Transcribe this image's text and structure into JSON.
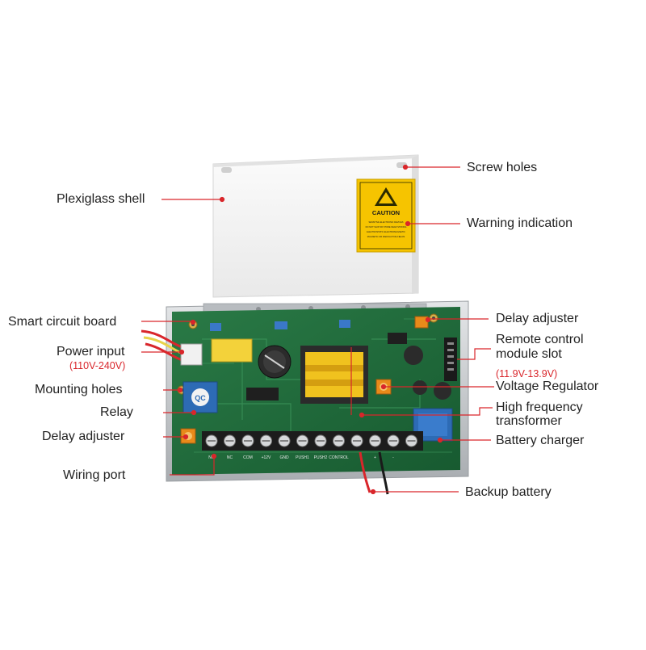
{
  "labels": {
    "screw_holes": "Screw holes",
    "plexiglass_shell": "Plexiglass shell",
    "warning_indication": "Warning indication",
    "smart_circuit_board": "Smart circuit board",
    "delay_adjuster_right": "Delay adjuster",
    "remote_control_line1": "Remote control",
    "remote_control_line2": "module slot",
    "power_input": "Power input",
    "power_input_range": "(110V-240V)",
    "voltage_range": "(11.9V-13.9V)",
    "voltage_regulator": "Voltage Regulator",
    "mounting_holes": "Mounting holes",
    "high_freq_line1": "High frequency",
    "high_freq_line2": "transformer",
    "relay": "Relay",
    "delay_adjuster_left": "Delay adjuster",
    "battery_charger": "Battery charger",
    "wiring_port": "Wiring port",
    "backup_battery": "Backup battery"
  },
  "caution_sticker": {
    "title": "CAUTION",
    "line1": "SENSITIVE ELECTRONIC DEVICES",
    "line2": "DO NOT SHIP OR STORE NEAR STRONG",
    "line3": "ELECTROSTATIC ELECTROMAGNETIC",
    "line4": "MAGNETIC OR RADIOACTIVE FIELDS"
  },
  "terminal_labels": [
    "NO",
    "NC",
    "COM",
    "+12V",
    "GND",
    "PUSH1",
    "PUSH2",
    "CONTROL",
    "+",
    "-"
  ],
  "relay_marking": "QC",
  "colors": {
    "pointer": "#d9262b",
    "board": "#1f6b3a",
    "board_dark": "#154d29",
    "shell": "#f2f2f2",
    "sticker": "#f6c400",
    "metal": "#c9cdd1"
  }
}
